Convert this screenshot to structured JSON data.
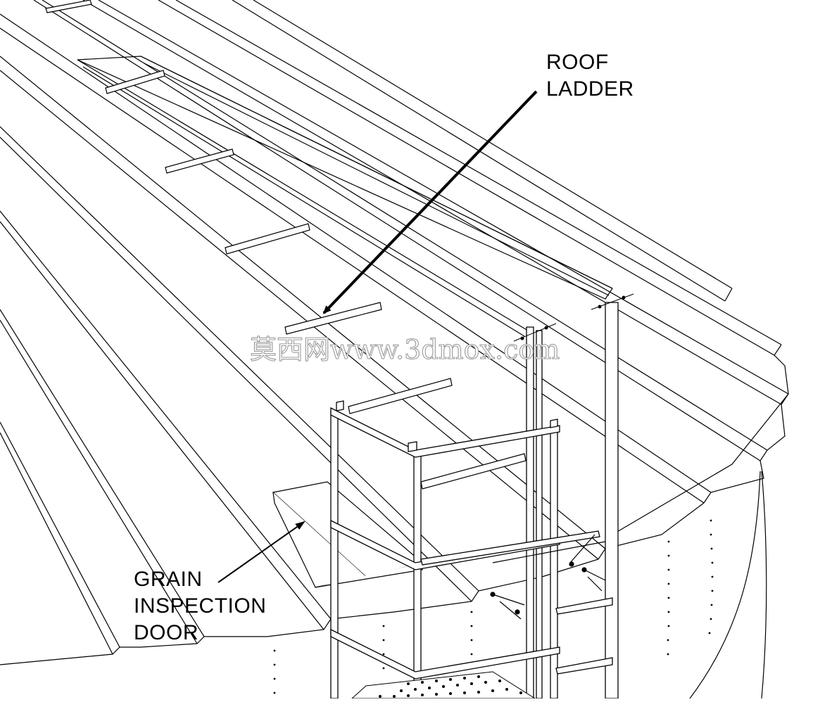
{
  "callouts": {
    "roof_ladder": [
      "ROOF",
      "LADDER"
    ],
    "grain_inspection_door": [
      "GRAIN",
      "INSPECTION",
      "DOOR"
    ]
  },
  "watermark": "莫西网www.3dmox.com",
  "colors": {
    "line": "#000000",
    "background": "#ffffff",
    "watermark_outline": "#9a9a9a"
  }
}
